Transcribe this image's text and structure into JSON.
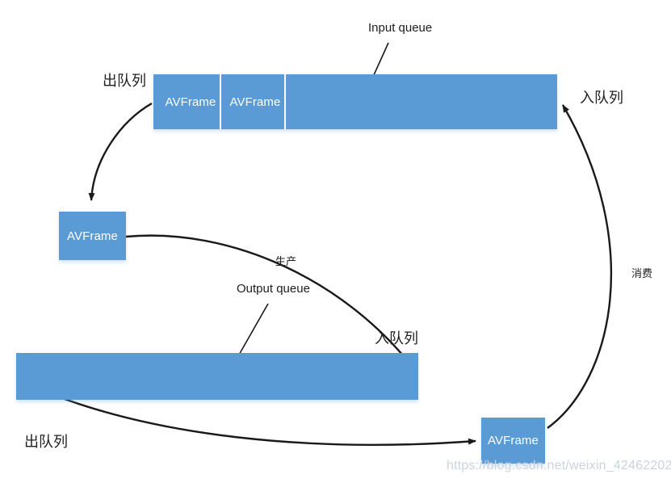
{
  "diagram": {
    "title_labels": {
      "input_queue": "Input queue",
      "output_queue": "Output queue"
    },
    "input_queue": {
      "cells": [
        {
          "label": "AVFrame"
        },
        {
          "label": "AVFrame"
        },
        {
          "label": ""
        }
      ]
    },
    "output_queue": {
      "cells": [
        {
          "label": ""
        }
      ]
    },
    "frames": {
      "middle_left": "AVFrame",
      "bottom_right": "AVFrame"
    },
    "edge_labels": {
      "dequeue_top": "出队列",
      "enqueue_top_right": "入队列",
      "produce": "生产",
      "enqueue_output": "入队列",
      "dequeue_bottom": "出队列",
      "consume": "消费"
    },
    "watermark": "https://blog.csdn.net/weixin_42462202",
    "colors": {
      "box_fill": "#5B9BD5",
      "box_text": "#FFFFFF",
      "arrow": "#1A1A1A",
      "label_text": "#202020",
      "watermark": "#C9D4DE",
      "background": "#FFFFFF"
    }
  }
}
